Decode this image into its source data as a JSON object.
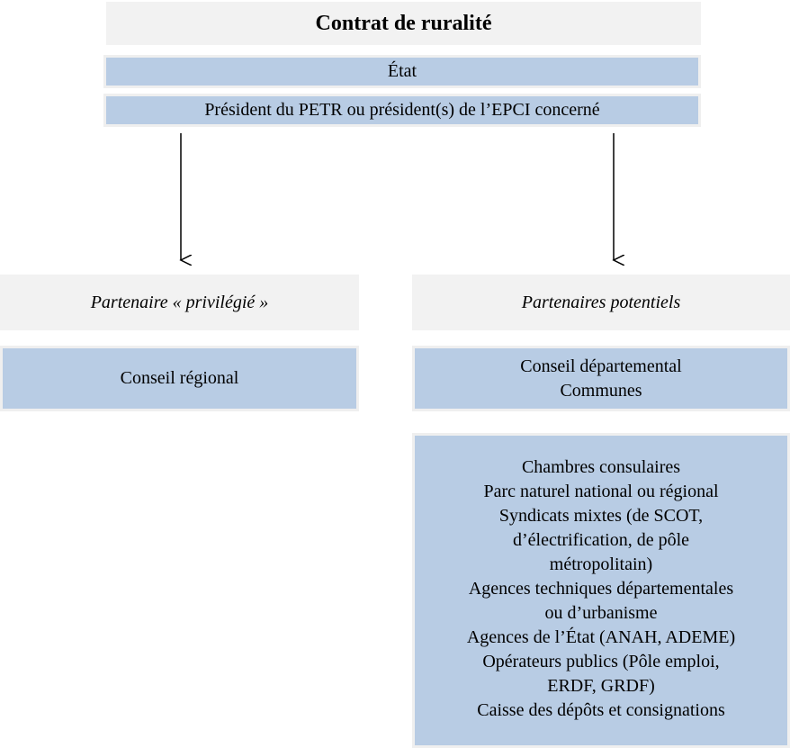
{
  "title": "Contrat de ruralité",
  "signatories": [
    "État",
    "Président du PETR ou président(s) de l’EPCI concerné"
  ],
  "left": {
    "heading": "Partenaire « privilégié »",
    "items": [
      "Conseil régional"
    ]
  },
  "right": {
    "heading": "Partenaires potentiels",
    "group1": [
      "Conseil départemental",
      "Communes"
    ],
    "group2": [
      "Chambres consulaires",
      "Parc naturel national ou régional",
      "Syndicats mixtes (de SCOT,",
      "d’électrification, de pôle",
      "métropolitain)",
      "Agences techniques départementales",
      "ou d’urbanisme",
      "Agences de l’État (ANAH, ADEME)",
      "Opérateurs publics (Pôle emploi,",
      "ERDF, GRDF)",
      "Caisse des dépôts et consignations"
    ]
  },
  "colors": {
    "blue": "#b8cce4",
    "gray": "#f2f2f2"
  }
}
